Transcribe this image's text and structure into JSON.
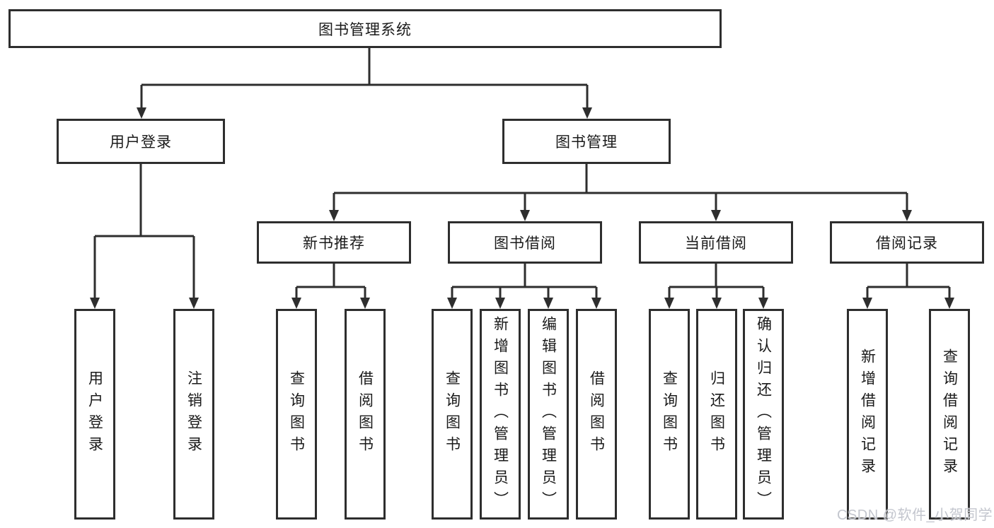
{
  "colors": {
    "line": "#2e2e2e",
    "text": "#1a1a1a",
    "box_background": "#ffffff",
    "watermark": "#c3c6ce"
  },
  "tree": {
    "root": "图书管理系统",
    "level2": [
      {
        "label": "用户登录",
        "children": [
          "用户登录",
          "注销登录"
        ]
      },
      {
        "label": "图书管理",
        "sections": [
          {
            "label": "新书推荐",
            "children": [
              "查询图书",
              "借阅图书"
            ]
          },
          {
            "label": "图书借阅",
            "children": [
              "查询图书",
              "新增图书（管理员）",
              "编辑图书（管理员）",
              "借阅图书"
            ]
          },
          {
            "label": "当前借阅",
            "children": [
              "查询图书",
              "归还图书",
              "确认归还（管理员）"
            ]
          },
          {
            "label": "借阅记录",
            "children": [
              "新增借阅记录",
              "查询借阅记录"
            ]
          }
        ]
      }
    ]
  },
  "watermark": "CSDN @软件_小贺同学"
}
